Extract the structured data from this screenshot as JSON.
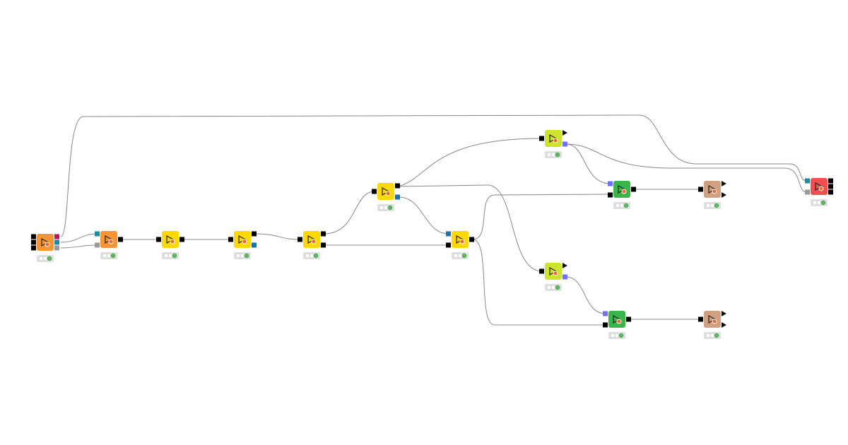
{
  "workflow": {
    "nodes": [
      {
        "id": "n1",
        "kind": "source",
        "color": "#f79433",
        "ports_in": [],
        "ports_out": [
          "#c8105f",
          "#1e8aa5",
          "#999999"
        ]
      },
      {
        "id": "n2",
        "kind": "source",
        "color": "#f79433",
        "ports_in": [
          "#1e8aa5",
          "#999999"
        ],
        "ports_out": [
          "#000000"
        ]
      },
      {
        "id": "n3",
        "kind": "manipulator",
        "color": "#ffd800",
        "ports_in": [
          "#000000"
        ],
        "ports_out": [
          "#000000"
        ]
      },
      {
        "id": "n4",
        "kind": "manipulator",
        "color": "#ffd800",
        "ports_in": [
          "#000000"
        ],
        "ports_out": [
          "#000000",
          "#1e6fb0"
        ]
      },
      {
        "id": "n5",
        "kind": "manipulator",
        "color": "#ffd800",
        "ports_in": [
          "#000000"
        ],
        "ports_out": [
          "#000000",
          "#000000"
        ]
      },
      {
        "id": "n6",
        "kind": "manipulator",
        "color": "#ffd800",
        "ports_in": [
          "#000000"
        ],
        "ports_out": [
          "#000000",
          "#1e6fb0"
        ]
      },
      {
        "id": "n7",
        "kind": "manipulator",
        "color": "#ffd800",
        "ports_in": [
          "#1e6fb0",
          "#000000"
        ],
        "ports_out": [
          "#000000"
        ]
      },
      {
        "id": "n8",
        "kind": "learner",
        "color": "#cde42a",
        "ports_in": [
          "#000000"
        ],
        "ports_out": [
          "tri",
          "#7070ff"
        ]
      },
      {
        "id": "n9",
        "kind": "learner",
        "color": "#cde42a",
        "ports_in": [
          "#000000"
        ],
        "ports_out": [
          "tri",
          "#7070ff"
        ]
      },
      {
        "id": "n10",
        "kind": "predictor",
        "color": "#3ab54a",
        "ports_in": [
          "#7070ff",
          "#000000"
        ],
        "ports_out": [
          "#000000"
        ]
      },
      {
        "id": "n11",
        "kind": "predictor",
        "color": "#3ab54a",
        "ports_in": [
          "#7070ff",
          "#000000"
        ],
        "ports_out": [
          "#000000"
        ]
      },
      {
        "id": "n12",
        "kind": "scorer",
        "color": "#d0a080",
        "ports_in": [
          "#000000"
        ],
        "ports_out": [
          "tri",
          "tri"
        ]
      },
      {
        "id": "n13",
        "kind": "scorer",
        "color": "#d0a080",
        "ports_in": [
          "#000000"
        ],
        "ports_out": [
          "tri",
          "tri"
        ]
      },
      {
        "id": "n14",
        "kind": "sink",
        "color": "#f04f4f",
        "ports_in": [
          "#1e8aa5",
          "#999999"
        ],
        "ports_out": []
      }
    ],
    "status": {
      "idle": "#ffffff",
      "executed": "#5cb85c",
      "tray": "#e0e0e0"
    },
    "edge_color": "#888888"
  }
}
